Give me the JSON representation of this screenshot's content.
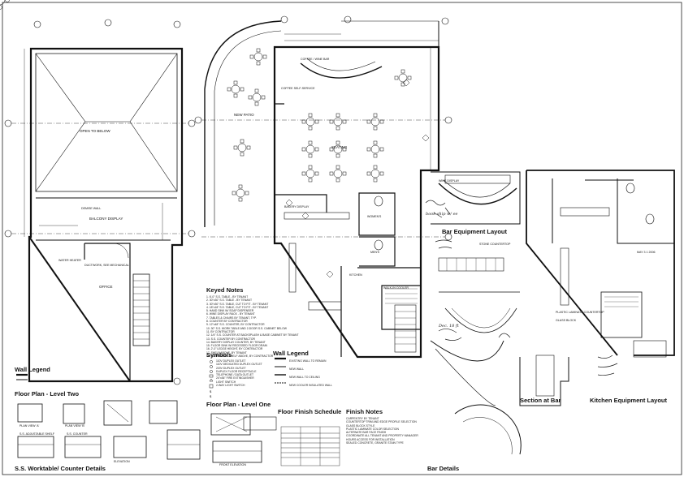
{
  "sheet": {
    "titles": {
      "floor_plan_level_two": "Floor Plan - Level Two",
      "floor_plan_level_one": "Floor Plan - Level One",
      "floor_finish_schedule": "Floor Finish Schedule",
      "finish_notes": "Finish Notes",
      "keyed_notes": "Keyed Notes",
      "symbols": "Symbols",
      "wall_legend_left": "Wall Legend",
      "wall_legend_mid": "Wall Legend",
      "bar_equipment_layout": "Bar Equipment Layout",
      "section_at_bar": "Section at Bar",
      "kitchen_equipment_layout": "Kitchen Equipment Layout",
      "ss_worktable": "S.S. Worktable/ Counter Details",
      "bar_details": "Bar Details"
    },
    "rooms": {
      "open_to_below": "OPEN TO BELOW",
      "balcony_display": "BALCONY DISPLAY",
      "office": "OFFICE",
      "new_patio": "NEW PATIO",
      "seating": "SEATING",
      "coffee_wine_bar": "COFFEE / WINE BAR",
      "coffee_self_service": "COFFEE SELF-SERVICE",
      "bakery_display": "BAKERY DISPLAY",
      "womens": "WOMEN'S",
      "mens": "MEN'S",
      "kitchen": "KITCHEN",
      "walk_in_cooler": "WALK-IN COOLER",
      "wine_display": "WINE DISPLAY"
    },
    "keyed_notes": [
      "1. 6'-0\" S.S. TABLE - BY TENANT",
      "2. 30\"x30\" S.S. TABLE - BY TENANT",
      "3. 30\"x30\" S.S. TABLE, CUT TO FIT - BY TENANT",
      "4. 18\"x18\" S.S. TABLE, CUT TO FIT - BY TENANT",
      "5. HAND SINK W/ SOAP DISPENSER",
      "6. WINE DISPLAY RACK - BY TENANT",
      "7. TABLES & CHAIRS BY TENANT, TYP.",
      "8. COUNTER BY CONTRACTOR",
      "9. 12\"x48\" S.S. COUNTER, BY CONTRACTOR",
      "10. 30\" S.S. WORK TABLE AND 2-DOOR S.S. CABINET BELOW",
      "11. BY CONTRACTOR",
      "12. 1/4\" S.S. COUNTER AT BACKSPLASH & BASE CABINET BY TENANT",
      "13. S.S. COUNTER BY CONTRACTOR",
      "14. BAKERY DISPLAY COUNTER, BY TENANT",
      "15. FLOOR SINK W/ RECESSED FLOOR DRAIN",
      "16. 2'-0\" LEDGE HEIGHT, BY CONTRACTOR",
      "17. SHELF ABOVE, BY TENANT",
      "18. SUSPENDED SHELF ABOVE, BY CONTRACTOR"
    ],
    "symbols": [
      "110V DUPLEX OUTLET",
      "110V DEDICATED DUPLEX OUTLET",
      "220V DUPLEX OUTLET",
      "DUPLEX FLOOR RECEPTACLE",
      "TELEPHONE / DATA OUTLET",
      "24\"x36\" FIRE EXTINGUISHER",
      "LIGHT SWITCH",
      "2-WAY LIGHT SWITCH"
    ],
    "wall_legend": [
      "EXISTING WALL TO REMAIN",
      "NEW WALL",
      "NEW WALL TO CEILING",
      "NEW COOLER INSULATED WALL"
    ],
    "finish_notes": [
      "CARPENTRY BY TENANT",
      "COUNTERTOP TRIM AND EDGE PROFILE SELECTION",
      "GLASS BLOCK STYLE",
      "PLASTIC LAMINATE COLOR SELECTION",
      "ALTERNATE BAR FACE FINISH",
      "COORDINATE ALL TENANT AND PROPERTY MANAGER",
      "HOURS ACCESS FOR INSTALLATION",
      "SEALED CONCRETE, GRANITE STAIN TYPE"
    ],
    "labels": {
      "plan_view_a": "PLAN VIEW 'A'",
      "plan_view_b": "PLAN VIEW 'B'",
      "elevation": "ELEVATION",
      "front_elevation": "FRONT ELEVATION",
      "ss_counter": "S.S. COUNTER",
      "ss_adjustable_shelf": "S.S. ADJUSTABLE SHELF",
      "stone_countertop": "STONE COUNTERTOP",
      "plastic_laminate": "PLASTIC LAMINATE COUNTERTOP",
      "glass_block": "GLASS BLOCK",
      "date_stamp": "MAY 3 1 2006",
      "water_heater": "WATER HEATER",
      "ductwork": "DUCTWORK, SEE MECHANICAL",
      "demise_wall": "DEMISE WALL"
    },
    "handwritten": [
      "book ship w/ ee",
      "Dec. 18 ft"
    ]
  }
}
